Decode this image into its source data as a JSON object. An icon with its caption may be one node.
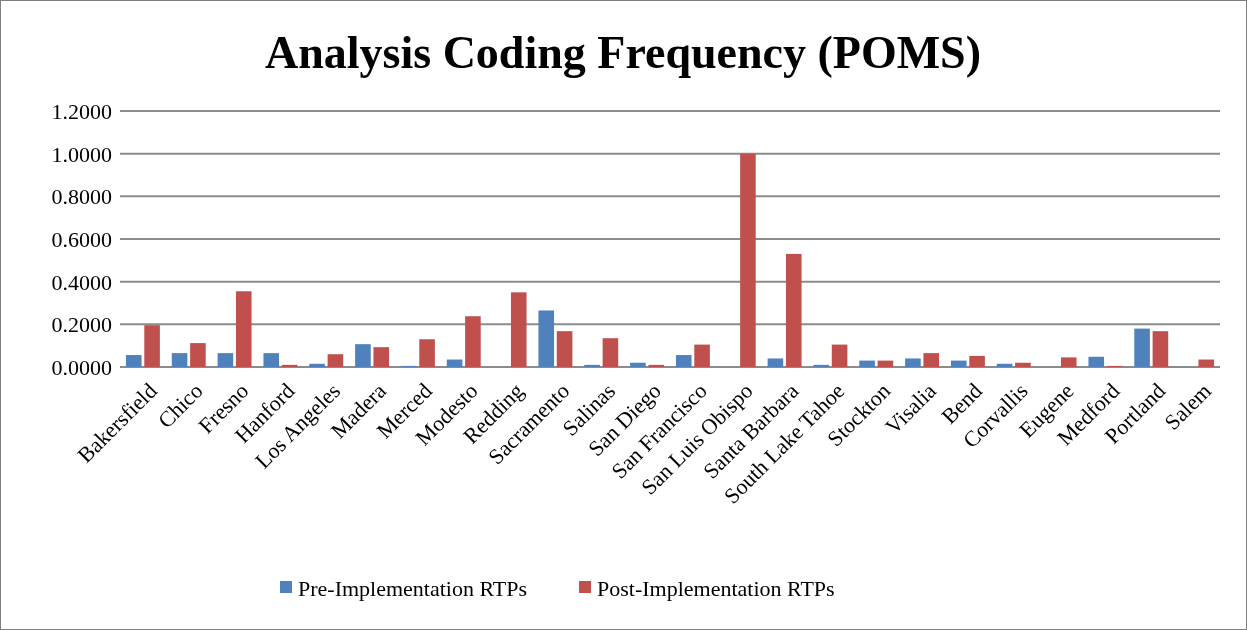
{
  "diagram": {
    "title": "Analysis Coding Frequency (POMS)",
    "chart_data": {
      "type": "bar",
      "grid": true,
      "categories": [
        "Bakersfield",
        "Chico",
        "Fresno",
        "Hanford",
        "Los Angeles",
        "Madera",
        "Merced",
        "Modesto",
        "Redding",
        "Sacramento",
        "Salinas",
        "San Diego",
        "San Francisco",
        "San Luis Obispo",
        "Santa Barbara",
        "South Lake Tahoe",
        "Stockton",
        "Visalia",
        "Bend",
        "Corvallis",
        "Eugene",
        "Medford",
        "Portland",
        "Salem"
      ],
      "series": [
        {
          "name": "Pre-Implementation RTPs",
          "color": "#4f81bd",
          "values": [
            0.056,
            0.065,
            0.065,
            0.065,
            0.015,
            0.107,
            0.005,
            0.035,
            0,
            0.265,
            0.01,
            0.02,
            0.056,
            0,
            0.04,
            0.01,
            0.03,
            0.04,
            0.03,
            0.015,
            0,
            0.048,
            0.18,
            0
          ]
        },
        {
          "name": "Post-Implementation RTPs",
          "color": "#c0504d",
          "values": [
            0.196,
            0.112,
            0.355,
            0.01,
            0.06,
            0.093,
            0.13,
            0.238,
            0.35,
            0.168,
            0.135,
            0.01,
            0.105,
            1.0,
            0.53,
            0.105,
            0.03,
            0.065,
            0.052,
            0.02,
            0.045,
            0.005,
            0.168,
            0.035
          ]
        }
      ],
      "ylim": [
        0,
        1.2
      ],
      "yticks": [
        {
          "value": 0,
          "label": "0.0000"
        },
        {
          "value": 0.2,
          "label": "0.2000"
        },
        {
          "value": 0.4,
          "label": "0.4000"
        },
        {
          "value": 0.6,
          "label": "0.6000"
        },
        {
          "value": 0.8,
          "label": "0.8000"
        },
        {
          "value": 1.0,
          "label": "1.0000"
        },
        {
          "value": 1.2,
          "label": "1.2000"
        }
      ]
    }
  }
}
